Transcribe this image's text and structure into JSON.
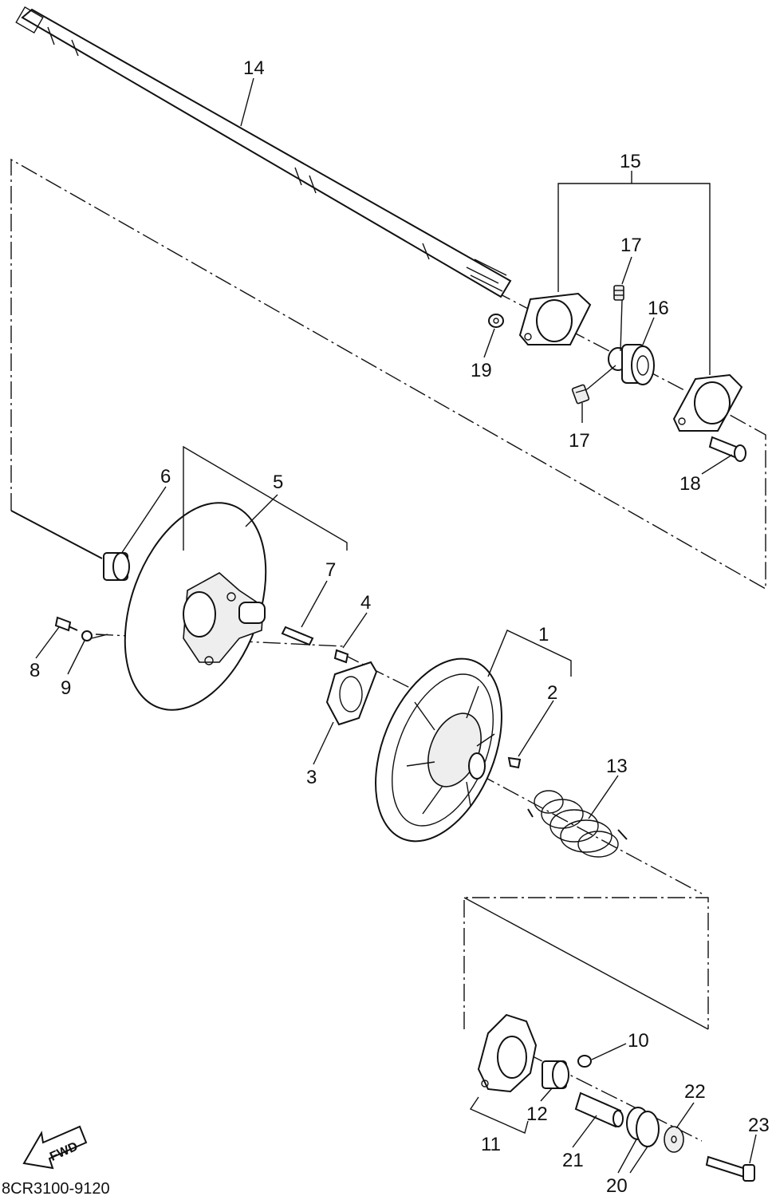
{
  "diagram_code": "8CR3100-9120",
  "fwd_label": "FWD",
  "callouts": {
    "c1": "1",
    "c2": "2",
    "c3": "3",
    "c4": "4",
    "c5": "5",
    "c6": "6",
    "c7": "7",
    "c8": "8",
    "c9": "9",
    "c10": "10",
    "c11": "11",
    "c12": "12",
    "c13": "13",
    "c14": "14",
    "c15": "15",
    "c16": "16",
    "c17a": "17",
    "c17b": "17",
    "c18": "18",
    "c19": "19",
    "c20": "20",
    "c21": "21",
    "c22": "22",
    "c23": "23"
  }
}
